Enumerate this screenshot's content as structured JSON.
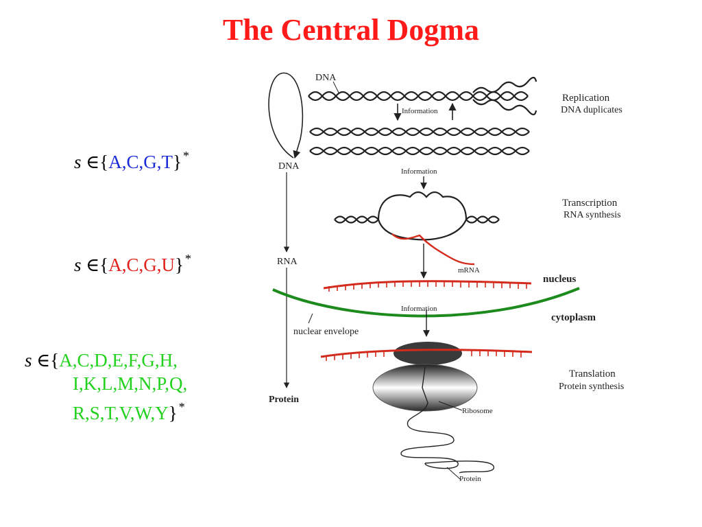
{
  "title": "The Central Dogma",
  "formulas": {
    "dna": {
      "var": "s",
      "member": "∈",
      "open": "{",
      "close": "}",
      "star": "*",
      "letters": "A,C,G,T",
      "color": "#1a2bd6"
    },
    "rna": {
      "var": "s",
      "member": "∈",
      "open": "{",
      "close": "}",
      "star": "*",
      "letters": "A,C,G,U",
      "color": "#e0201a"
    },
    "protein": {
      "var": "s",
      "member": "∈",
      "open": "{",
      "close": "}",
      "star": "*",
      "line1": "A,C,D,E,F,G,H,",
      "line2": "I,K,L,M,N,P,Q,",
      "line3": "R,S,T,V,W,Y",
      "color": "#22d11e"
    }
  },
  "diagram": {
    "flow": {
      "dna": "DNA",
      "rna": "RNA",
      "protein": "Protein"
    },
    "strand_label": "DNA",
    "info1": "Information",
    "info2": "Information",
    "info3": "Information",
    "mrna": "mRNA",
    "nucleus": "nucleus",
    "cytoplasm": "cytoplasm",
    "nuclear_envelope": "nuclear envelope",
    "ribosome": "Ribosome",
    "protein_chain": "Protein",
    "replication": {
      "title": "Replication",
      "subtitle": "DNA duplicates"
    },
    "transcription": {
      "title": "Transcription",
      "subtitle": "RNA synthesis"
    },
    "translation": {
      "title": "Translation",
      "subtitle": "Protein synthesis"
    },
    "colors": {
      "mrna": "#d42a1c",
      "envelope": "#1c8a1c",
      "ink": "#222222"
    }
  }
}
